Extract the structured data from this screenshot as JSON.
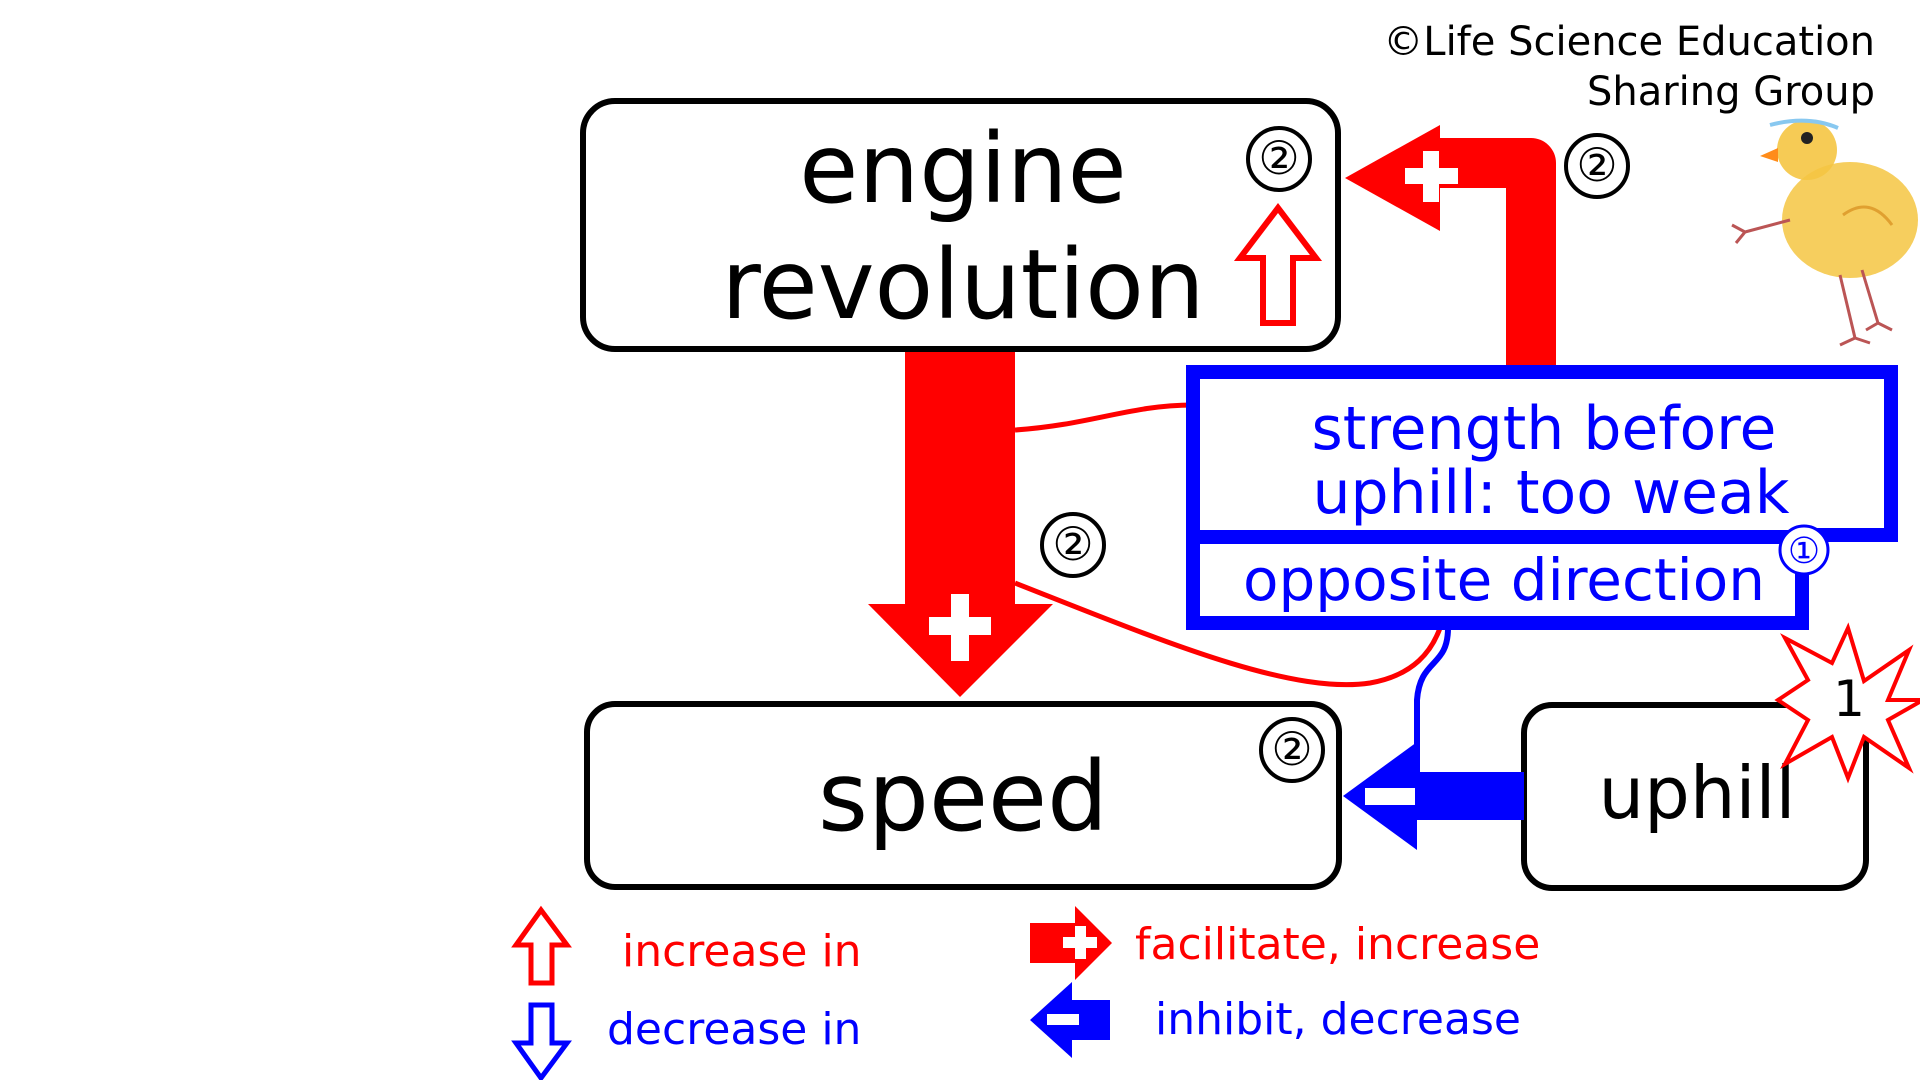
{
  "copyright": {
    "line1": "©Life Science Education",
    "line2": "Sharing Group"
  },
  "nodes": {
    "engine": {
      "line1": "engine",
      "line2": "revolution",
      "badge": "②"
    },
    "speed": {
      "label": "speed",
      "badge": "②"
    },
    "uphill": {
      "label": "uphill",
      "badge": "1"
    },
    "strength": {
      "line1": "strength before",
      "line2": "uphill: too weak",
      "badge": "①"
    },
    "opposite": {
      "label": "opposite direction"
    }
  },
  "edge_badges": {
    "speed_to_engine": "②",
    "engine_to_speed": "②"
  },
  "legend": {
    "increase": "increase in",
    "decrease": "decrease in",
    "facilitate": "facilitate, increase",
    "inhibit": "inhibit, decrease"
  },
  "colors": {
    "red": "#ff0000",
    "blue": "#0000ff",
    "black": "#000000",
    "white": "#ffffff",
    "chick_body": "#f5c542",
    "chick_beak": "#ff8c1a"
  },
  "icons": {
    "increase": "hollow-red-up-arrow",
    "decrease": "hollow-blue-down-arrow",
    "facilitate": "red-right-arrow-plus",
    "inhibit": "blue-left-arrow-minus",
    "uphill_badge": "red-starburst",
    "mascot": "chick-illustration"
  }
}
